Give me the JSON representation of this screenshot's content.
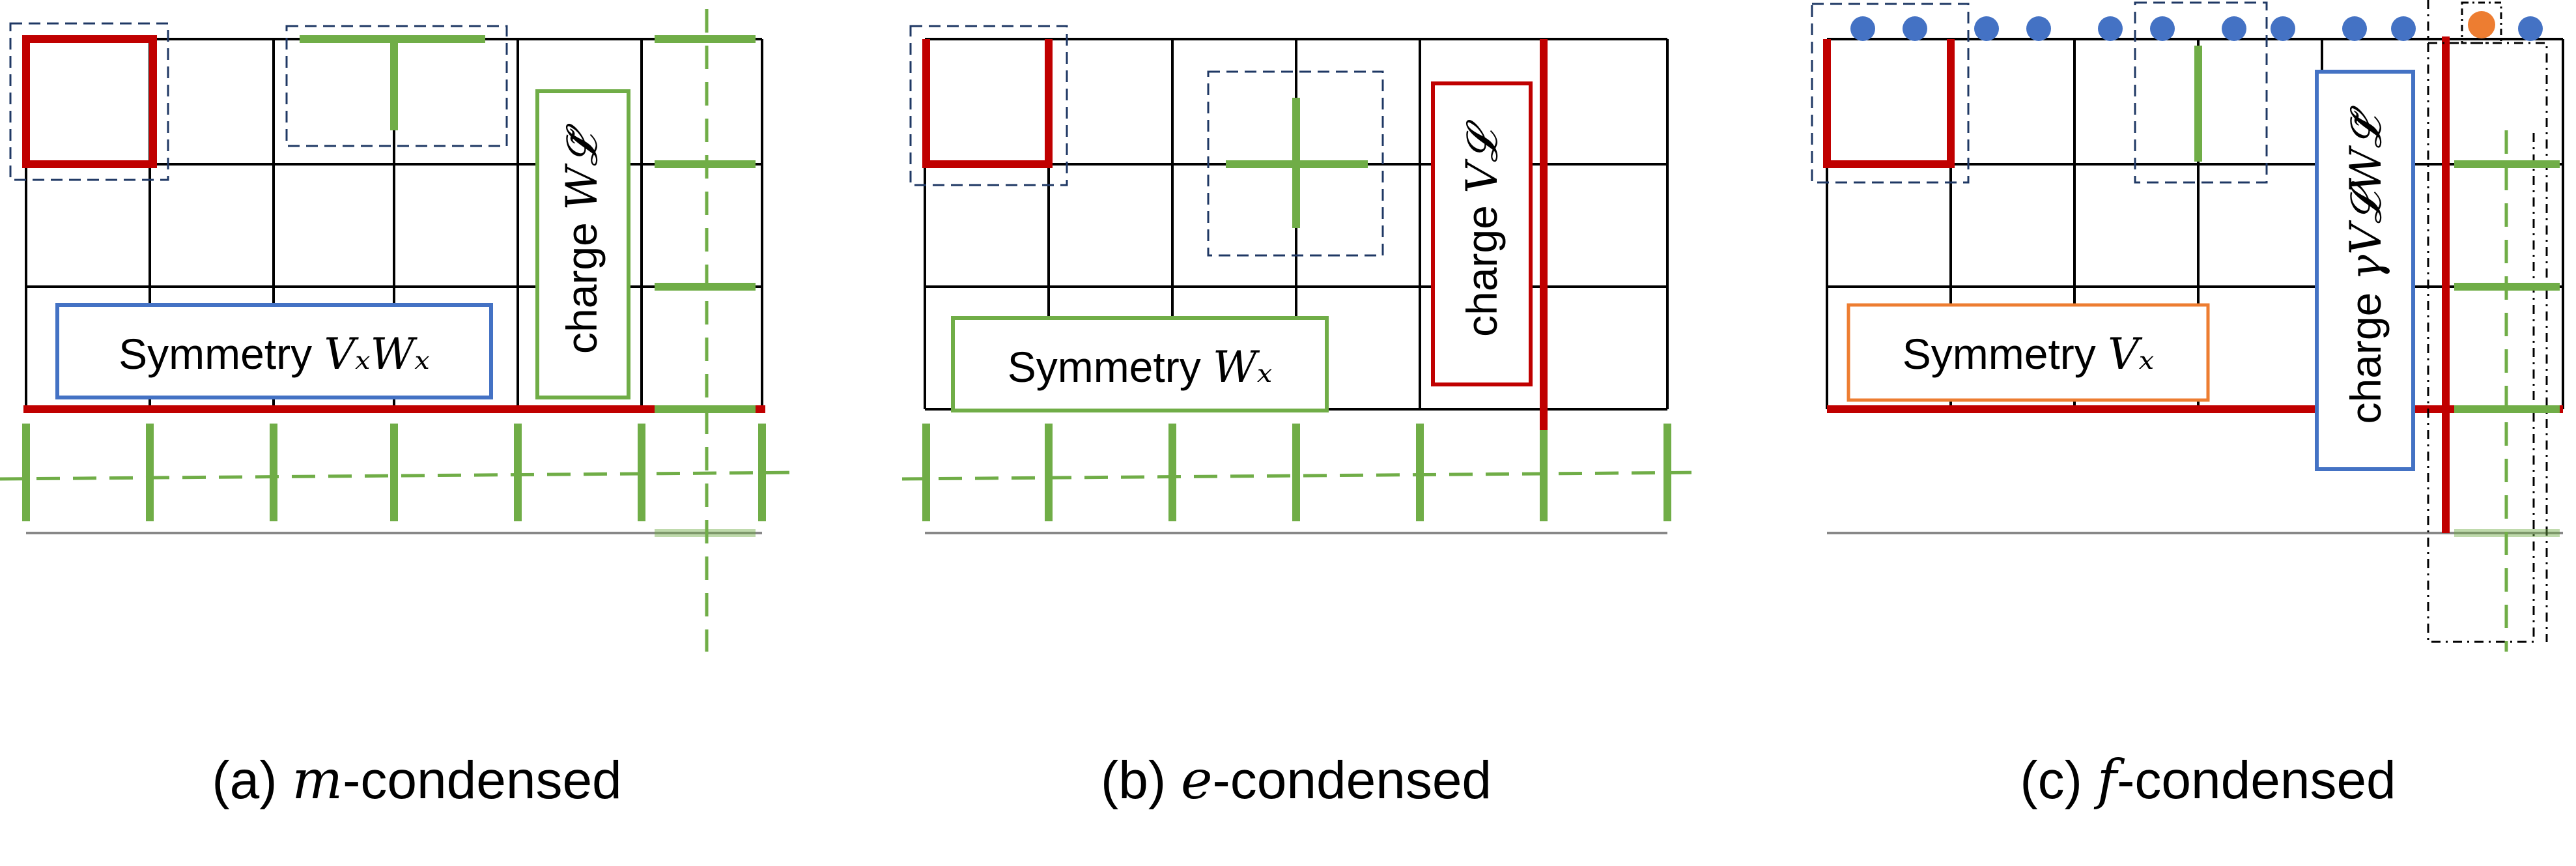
{
  "panels": [
    {
      "id": "m",
      "caption": {
        "prefix": "(a) ",
        "symbol": "m",
        "suffix": "-condensed"
      },
      "symmetry": {
        "text": "Symmetry ",
        "math": "VₓWₓ"
      },
      "charge": {
        "text": "charge ",
        "math": "W𝓛̃"
      }
    },
    {
      "id": "e",
      "caption": {
        "prefix": "(b) ",
        "symbol": "e",
        "suffix": "-condensed"
      },
      "symmetry": {
        "text": "Symmetry ",
        "math": "Wₓ"
      },
      "charge": {
        "text": "charge ",
        "math": "V𝓛"
      }
    },
    {
      "id": "f",
      "caption": {
        "prefix": "(c) ",
        "symbol": "f",
        "suffix": "-condensed"
      },
      "symmetry": {
        "text": "Symmetry ",
        "math": "Vₓ"
      },
      "charge": {
        "text": "charge ",
        "math": "γV𝓛W𝓛̃"
      }
    }
  ],
  "colors": {
    "red": "#c00000",
    "green": "#70ad47",
    "blue_box": "#4472c4",
    "orange_box": "#ed7d31",
    "navy_dash": "#1f3864",
    "dot_blue": "#4472c4",
    "dot_orange": "#ed7d31",
    "grid": "#000000"
  }
}
